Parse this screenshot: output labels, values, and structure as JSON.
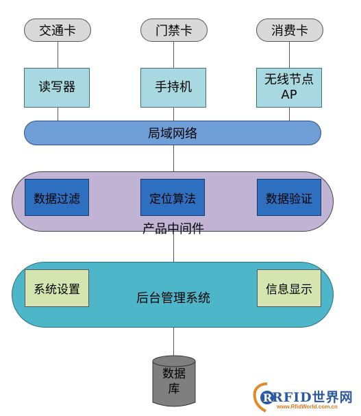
{
  "cards": [
    {
      "label": "交通卡"
    },
    {
      "label": "门禁卡"
    },
    {
      "label": "消费卡"
    }
  ],
  "devices": [
    {
      "label": "读写器"
    },
    {
      "label": "手持机"
    },
    {
      "label": "无线节点\nAP"
    }
  ],
  "lan": {
    "label": "局域网络"
  },
  "middleware": {
    "label": "产品中间件",
    "modules": [
      {
        "label": "数据过滤"
      },
      {
        "label": "定位算法"
      },
      {
        "label": "数据验证"
      }
    ]
  },
  "backend": {
    "label": "后台管理系统",
    "left_module": "系统设置",
    "right_module": "信息显示"
  },
  "database": {
    "label_line1": "数据",
    "label_line2": "库"
  },
  "watermark": {
    "brand": "RFID世界网",
    "url": "www.RfidWorld.com.cn"
  }
}
